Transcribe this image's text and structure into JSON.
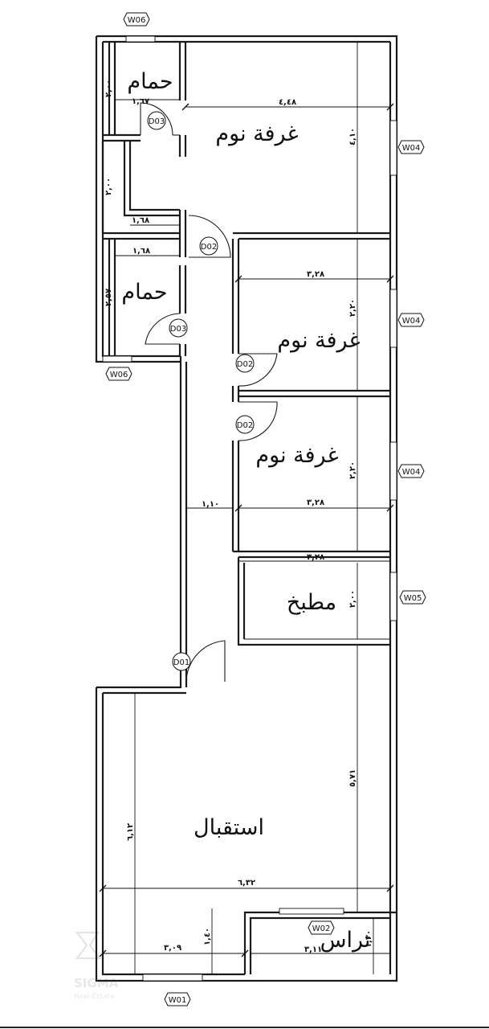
{
  "rooms": {
    "bath_top": "حمام",
    "bedroom_1": "غرفة نوم",
    "bath_mid": "حمام",
    "bedroom_2": "غرفة نوم",
    "bedroom_3": "غرفة نوم",
    "kitchen": "مطبخ",
    "reception": "استقبال",
    "terrace": "تراس"
  },
  "dimensions": {
    "bath_top_h": "٢,٠٠",
    "bath_top_w": "١,٦٧",
    "bedroom_1_w": "٤,٤٨",
    "bedroom_1_h": "٤,١٠",
    "corridor_h": "٢,٠٠",
    "corridor_w": "١,٦٨",
    "bath_mid_w": "١,٦٨",
    "bath_mid_h": "٢,٥٧",
    "bedroom_2_w": "٣,٢٨",
    "bedroom_2_h": "٢,٢٠",
    "bedroom_3_h": "٢,٢٠",
    "bedroom_3_w": "٣,٢٨",
    "hall_w": "١,١٠",
    "kitchen_w": "٣,٢٨",
    "kitchen_h": "٢,٠٠",
    "reception_h_right": "٥,٧١",
    "reception_h_left": "٦,١٢",
    "reception_w": "٦,٣٢",
    "bottom_w": "٣,٠٩",
    "bottom_small": "١,٤٠",
    "terrace_w": "٣,١١",
    "terrace_h": "١,٣٠"
  },
  "tags": {
    "w06_top": "W06",
    "w06_left": "W06",
    "w04_a": "W04",
    "w04_b": "W04",
    "w04_c": "W04",
    "w05": "W05",
    "w02": "W02",
    "w01": "W01",
    "d03_top": "D03",
    "d03_mid": "D03",
    "d02_corridor": "D02",
    "d02_bed2": "D02",
    "d02_bed3": "D02",
    "d01": "D01"
  },
  "watermark": {
    "brand": "SIGMA",
    "sub": "Real Estate"
  }
}
